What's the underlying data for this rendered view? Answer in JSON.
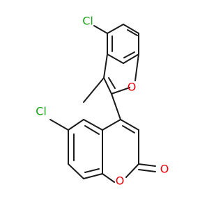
{
  "molecule": {
    "atom_labels": {
      "cl_top": "Cl",
      "cl_left": "Cl",
      "o_furan": "O",
      "o_pyranone": "O",
      "o_carbonyl": "O"
    },
    "colors": {
      "carbon": "#1a1a1a",
      "oxygen": "#e8000b",
      "chlorine": "#18a418",
      "background": "#ffffff"
    }
  }
}
